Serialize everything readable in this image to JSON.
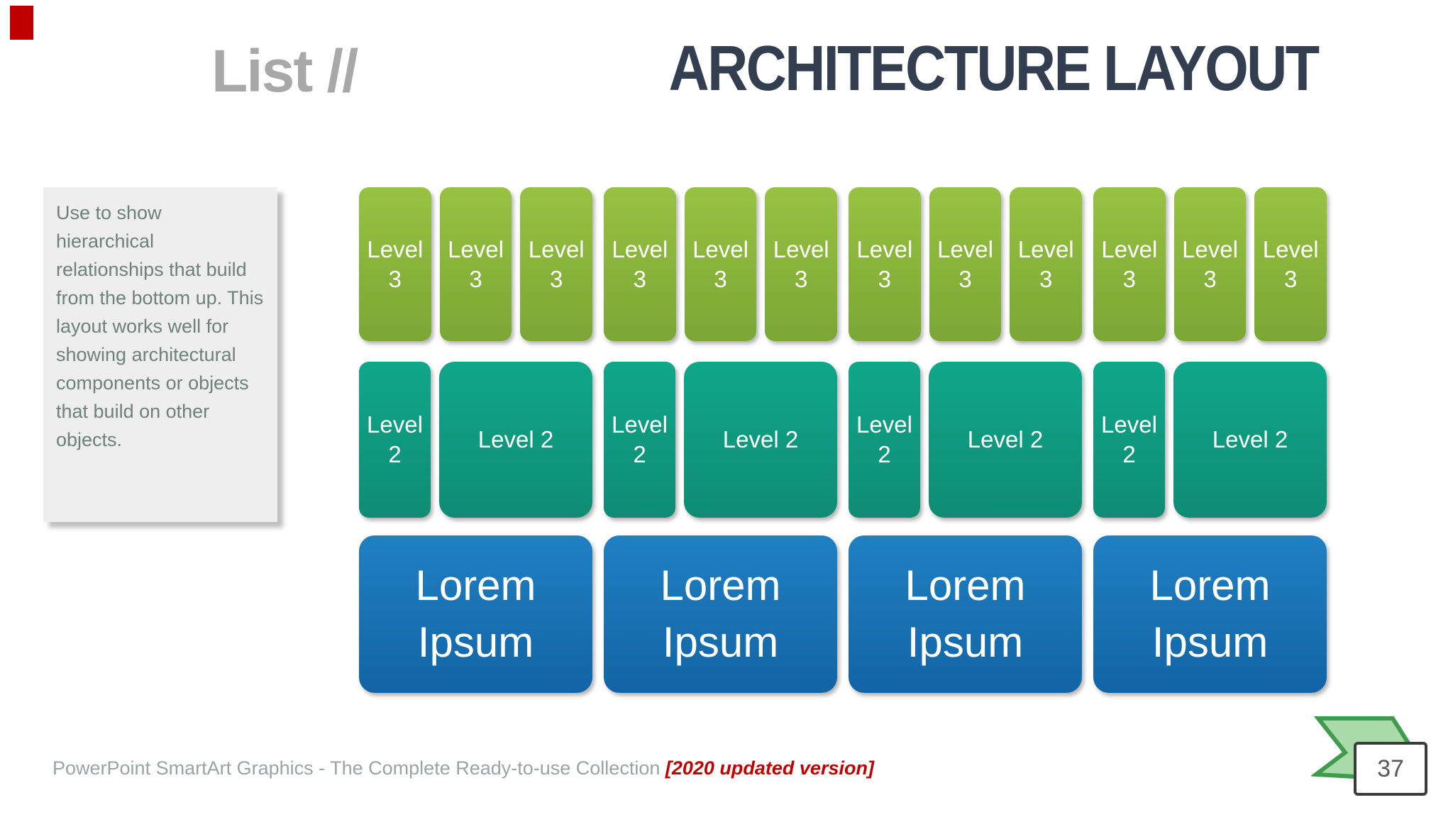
{
  "slide": {
    "category": "List //",
    "title": "ARCHITECTURE LAYOUT",
    "description": "Use to show hierarchical relationships that build from the bottom up. This layout works well for showing architectural components or objects that build on other objects.",
    "footer": {
      "text": "PowerPoint SmartArt Graphics - The Complete Ready-to-use Collection ",
      "highlight": "[2020 updated version]"
    },
    "page_number": "37"
  },
  "diagram": {
    "colors": {
      "level3_top": "#98C242",
      "level3_bottom": "#7AA735",
      "level2_top": "#0FA78B",
      "level2_bottom": "#0F8C74",
      "level1_top": "#2080C2",
      "level1_bottom": "#1264A5",
      "title_text": "#333F50",
      "category_text": "#A8A8A8",
      "footer_highlight": "#C00000",
      "ribbon_fill": "#AADAAA",
      "ribbon_stroke": "#3F9C4C",
      "corner_mark": "#C00000"
    },
    "groups": [
      {
        "level3": [
          "Level 3",
          "Level 3",
          "Level 3"
        ],
        "level2_narrow": "Level 2",
        "level2_wide": "Level 2",
        "level1": "Lorem Ipsum"
      },
      {
        "level3": [
          "Level 3",
          "Level 3",
          "Level 3"
        ],
        "level2_narrow": "Level 2",
        "level2_wide": "Level 2",
        "level1": "Lorem Ipsum"
      },
      {
        "level3": [
          "Level 3",
          "Level 3",
          "Level 3"
        ],
        "level2_narrow": "Level 2",
        "level2_wide": "Level 2",
        "level1": "Lorem Ipsum"
      },
      {
        "level3": [
          "Level 3",
          "Level 3",
          "Level 3"
        ],
        "level2_narrow": "Level 2",
        "level2_wide": "Level 2",
        "level1": "Lorem Ipsum"
      }
    ]
  }
}
